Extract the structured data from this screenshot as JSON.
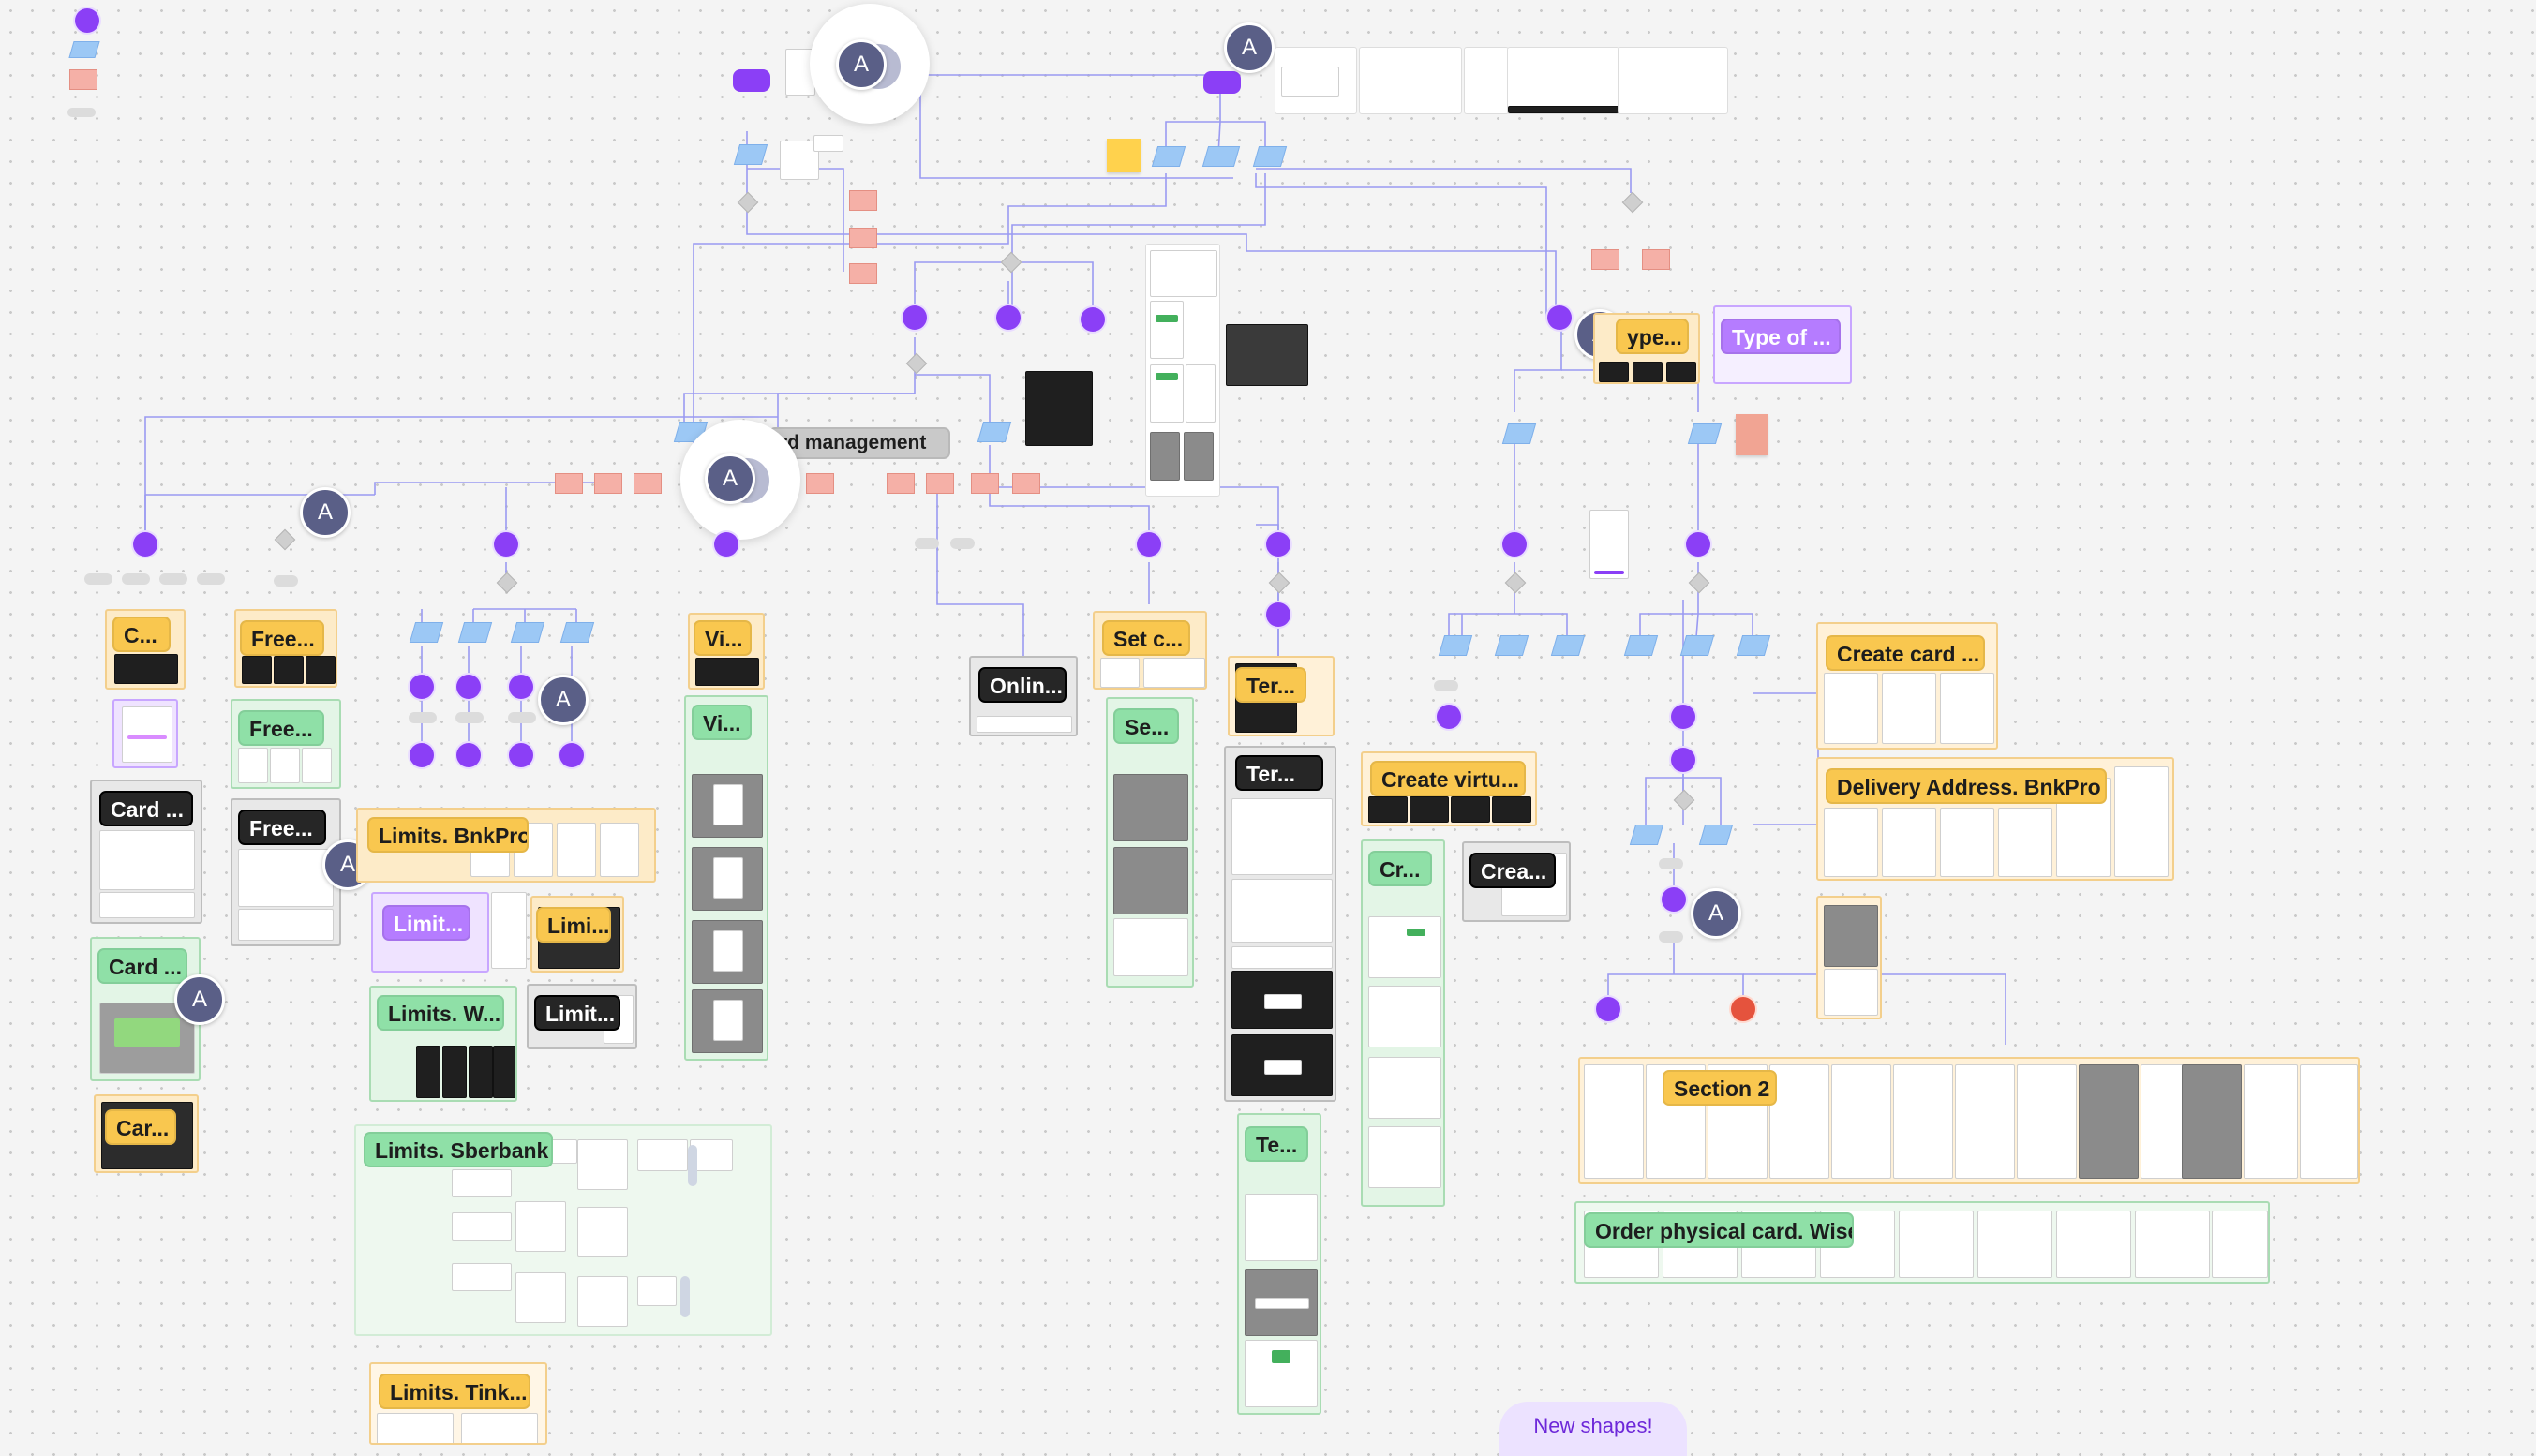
{
  "canvas": {
    "labels": {
      "card_management": "rd management",
      "type_of_1": "ype...",
      "type_of_2": "Type of ...",
      "c": "C...",
      "free_1": "Free...",
      "free_2": "Free...",
      "free_3": "Free...",
      "card_1": "Card ...",
      "card_2": "Card ...",
      "car": "Car...",
      "limits_bnkpro": "Limits. BnkPro",
      "limit_purple": "Limit...",
      "limi_yellow": "Limi...",
      "limits_w": "Limits. W...",
      "limit_dark": "Limit...",
      "limits_sberbank": "Limits. Sberbank",
      "limits_tink": "Limits. Tink...",
      "vi_1": "Vi...",
      "vi_2": "Vi...",
      "onlin": "Onlin...",
      "set_c": "Set c...",
      "se": "Se...",
      "ter_1": "Ter...",
      "ter_2": "Ter...",
      "te": "Te...",
      "create_virtu": "Create virtu...",
      "cr": "Cr...",
      "crea": "Crea...",
      "create_card": "Create card ...",
      "delivery_address": "Delivery Address. BnkPro",
      "section_2": "Section 2",
      "order_physical_card": "Order physical card. Wise"
    },
    "avatar_initial": "A",
    "new_shapes_label": "New shapes!"
  },
  "colors": {
    "node_purple": "#8b3ff6",
    "node_red": "#e5533d",
    "label_yellow": "#f9c74f",
    "label_green": "#8fe0a7",
    "label_dark": "#262626",
    "label_purple": "#b57cff",
    "connector": "#8f8ff0",
    "avatar": "#5a5f87"
  }
}
